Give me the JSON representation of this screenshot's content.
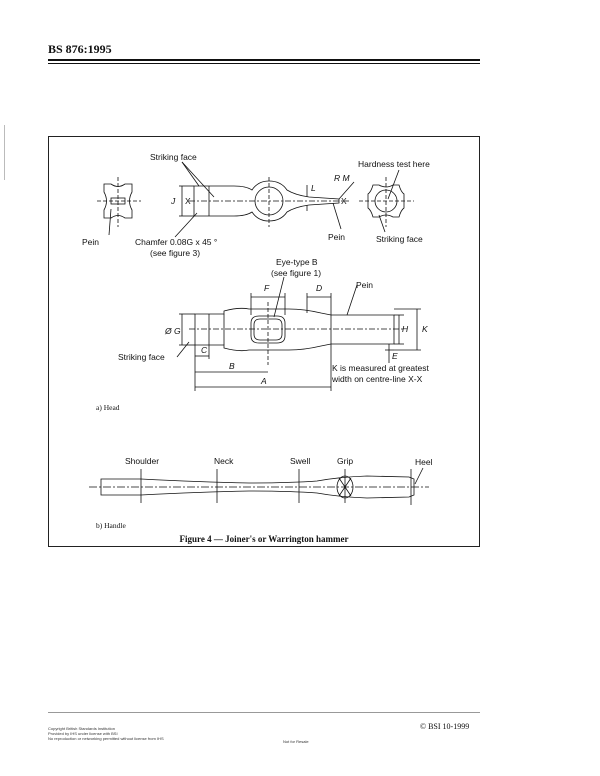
{
  "header": {
    "standard": "BS 876:1995"
  },
  "figure": {
    "caption": "Figure 4 — Joiner's or Warrington hammer",
    "head": {
      "panel_label": "a) Head",
      "labels": {
        "striking_face_top": "Striking face",
        "hardness_test": "Hardness test here",
        "rm": "R M",
        "x_left": "X",
        "x_right": "X",
        "j": "J",
        "l": "L",
        "pein_left": "Pein",
        "chamfer_1": "Chamfer 0.08G x 45 °",
        "chamfer_2": "(see figure 3)",
        "pein_mid": "Pein",
        "striking_face_right": "Striking face",
        "eye_type_1": "Eye-type B",
        "eye_type_2": "(see figure 1)",
        "f": "F",
        "d": "D",
        "pein_side": "Pein",
        "g": "Ø G",
        "h": "H",
        "k": "K",
        "e": "E",
        "striking_face_side": "Striking face",
        "c": "C",
        "b": "B",
        "a": "A",
        "k_note_1": "K is measured at greatest",
        "k_note_2": "width on centre-line X-X"
      }
    },
    "handle": {
      "panel_label": "b) Handle",
      "labels": {
        "shoulder": "Shoulder",
        "neck": "Neck",
        "swell": "Swell",
        "grip": "Grip",
        "heel": "Heel"
      }
    }
  },
  "footer": {
    "copyright_line1": "Copyright British Standards Institution",
    "copyright_line2": "Provided by IHS under license with BSI",
    "copyright_line3": "No reproduction or networking permitted without license from IHS",
    "resale": "Not for Resale",
    "bsi_date": "© BSI 10-1999"
  }
}
